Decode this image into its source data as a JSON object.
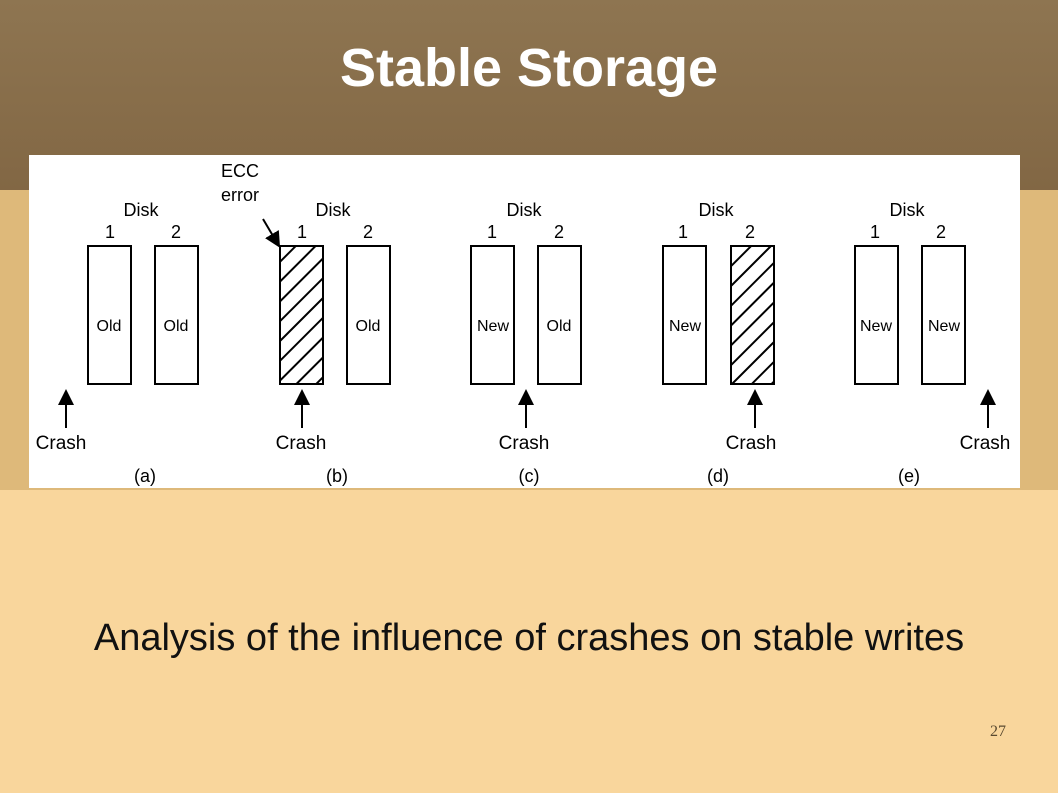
{
  "slide": {
    "title": "Stable Storage",
    "caption": "Analysis of the influence of crashes on stable writes",
    "number": "27"
  },
  "figure": {
    "ecc_label_line1": "ECC",
    "ecc_label_line2": "error",
    "panels": [
      {
        "label": "(a)",
        "disk_heading": "Disk",
        "disk1_number": "1",
        "disk2_number": "2",
        "disk1": "Old",
        "disk2": "Old",
        "crash": "Crash"
      },
      {
        "label": "(b)",
        "disk_heading": "Disk",
        "disk1_number": "1",
        "disk2_number": "2",
        "disk1": "",
        "disk2": "Old",
        "crash": "Crash"
      },
      {
        "label": "(c)",
        "disk_heading": "Disk",
        "disk1_number": "1",
        "disk2_number": "2",
        "disk1": "New",
        "disk2": "Old",
        "crash": "Crash"
      },
      {
        "label": "(d)",
        "disk_heading": "Disk",
        "disk1_number": "1",
        "disk2_number": "2",
        "disk1": "New",
        "disk2": "",
        "crash": "Crash"
      },
      {
        "label": "(e)",
        "disk_heading": "Disk",
        "disk1_number": "1",
        "disk2_number": "2",
        "disk1": "New",
        "disk2": "New",
        "crash": "Crash"
      }
    ]
  }
}
